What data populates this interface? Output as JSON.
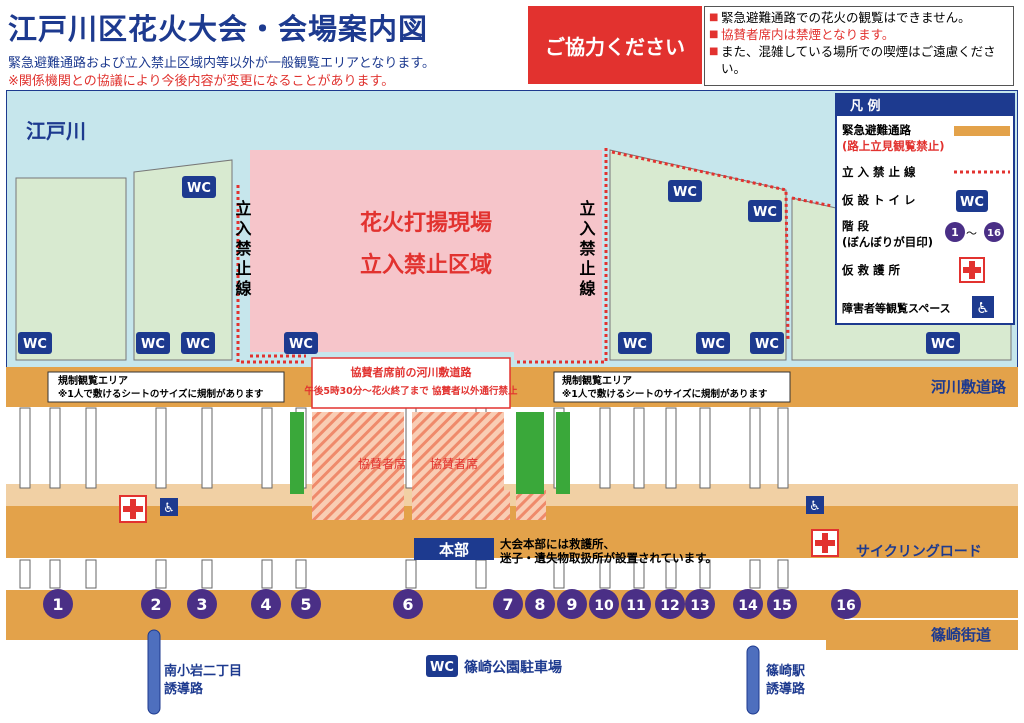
{
  "header": {
    "title": "江戸川区花火大会・会場案内図",
    "subtitle": "緊急避難通路および立入禁止区域内等以外が一般観覧エリアとなります。",
    "notice": "※関係機関との協議により今後内容が変更になることがあります。"
  },
  "cooperation": {
    "label": "ご協力ください",
    "notes": [
      {
        "text": "緊急避難通路での花火の観覧はできません。",
        "red": false
      },
      {
        "text": "協賛者席内は禁煙となります。",
        "red": true
      },
      {
        "text": "また、混雑している場所での喫煙はご遠慮ください。",
        "red": false
      }
    ]
  },
  "map": {
    "river_label": "江戸川",
    "fireworks_zone_line1": "花火打揚現場",
    "fireworks_zone_line2": "立入禁止区域",
    "no_entry_line_label": "立入禁止線",
    "sponsor_road_line1": "協賛者席前の河川敷道路",
    "sponsor_road_line2": "午後5時30分〜花火終了まで 協賛者以外通行禁止",
    "restricted_area_title": "規制観覧エリア",
    "restricted_area_note": "※1人で敷けるシートのサイズに規制があります",
    "sponsor_seat_label": "協賛者席",
    "riverside_road": "河川敷道路",
    "hq_label": "本部",
    "hq_note_line1": "大会本部には救護所、",
    "hq_note_line2": "迷子・遺失物取扱所が設置されています。",
    "cycling_road": "サイクリングロード",
    "shinozaki_road": "篠崎街道",
    "wc_label": "WC",
    "parking_label": "篠崎公園駐車場",
    "guide_minami_line1": "南小岩二丁目",
    "guide_minami_line2": "誘導路",
    "guide_station_line1": "篠崎駅",
    "guide_station_line2": "誘導路",
    "stairs": [
      "1",
      "2",
      "3",
      "4",
      "5",
      "6",
      "7",
      "8",
      "9",
      "10",
      "11",
      "12",
      "13",
      "14",
      "15",
      "16"
    ]
  },
  "legend": {
    "title": "凡 例",
    "evac_route": "緊急避難通路",
    "evac_note": "(路上立見観覧禁止)",
    "no_entry": "立 入 禁 止 線",
    "toilet": "仮 設 ト イ レ",
    "stairs": "階 段",
    "stairs_note": "(ぼんぼりが目印)",
    "stairs_from": "1",
    "stairs_tilde": "〜",
    "stairs_to": "16",
    "first_aid": "仮 救 護 所",
    "accessible": "障害者等観覧スペース"
  },
  "colors": {
    "navy": "#1d3a8f",
    "red": "#e2322f",
    "road": "#e3a24a",
    "river": "#c6e6ec",
    "grass": "#d8ead0",
    "zone": "#f6c5ca",
    "stair": "#4a2f86",
    "green": "#3aa83a"
  }
}
